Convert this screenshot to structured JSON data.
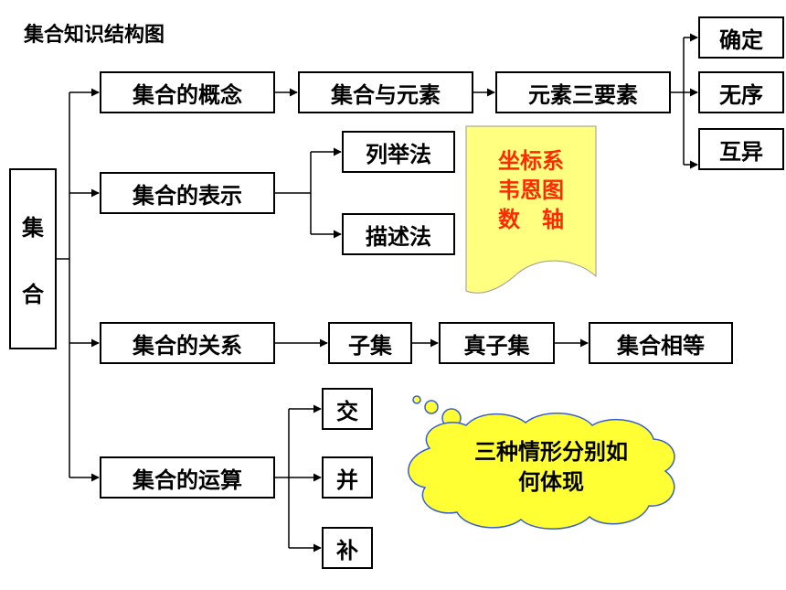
{
  "title": "集合知识结构图",
  "root": {
    "line1": "集",
    "line2": "合"
  },
  "concept": {
    "label": "集合的概念",
    "set_element": "集合与元素",
    "three_elements": "元素三要素",
    "properties": [
      "确定",
      "无序",
      "互异"
    ]
  },
  "representation": {
    "label": "集合的表示",
    "methods": [
      "列举法",
      "描述法"
    ]
  },
  "note": {
    "lines": [
      "坐标系",
      "韦恩图",
      "数　轴"
    ],
    "color": "#ff2a00",
    "fill": "#ffff80"
  },
  "relation": {
    "label": "集合的关系",
    "chain": [
      "子集",
      "真子集",
      "集合相等"
    ]
  },
  "operation": {
    "label": "集合的运算",
    "ops": [
      "交",
      "并",
      "补"
    ]
  },
  "cloud": {
    "lines": [
      "三种情形分别如",
      "何体现"
    ],
    "fill": "#ffff33"
  }
}
